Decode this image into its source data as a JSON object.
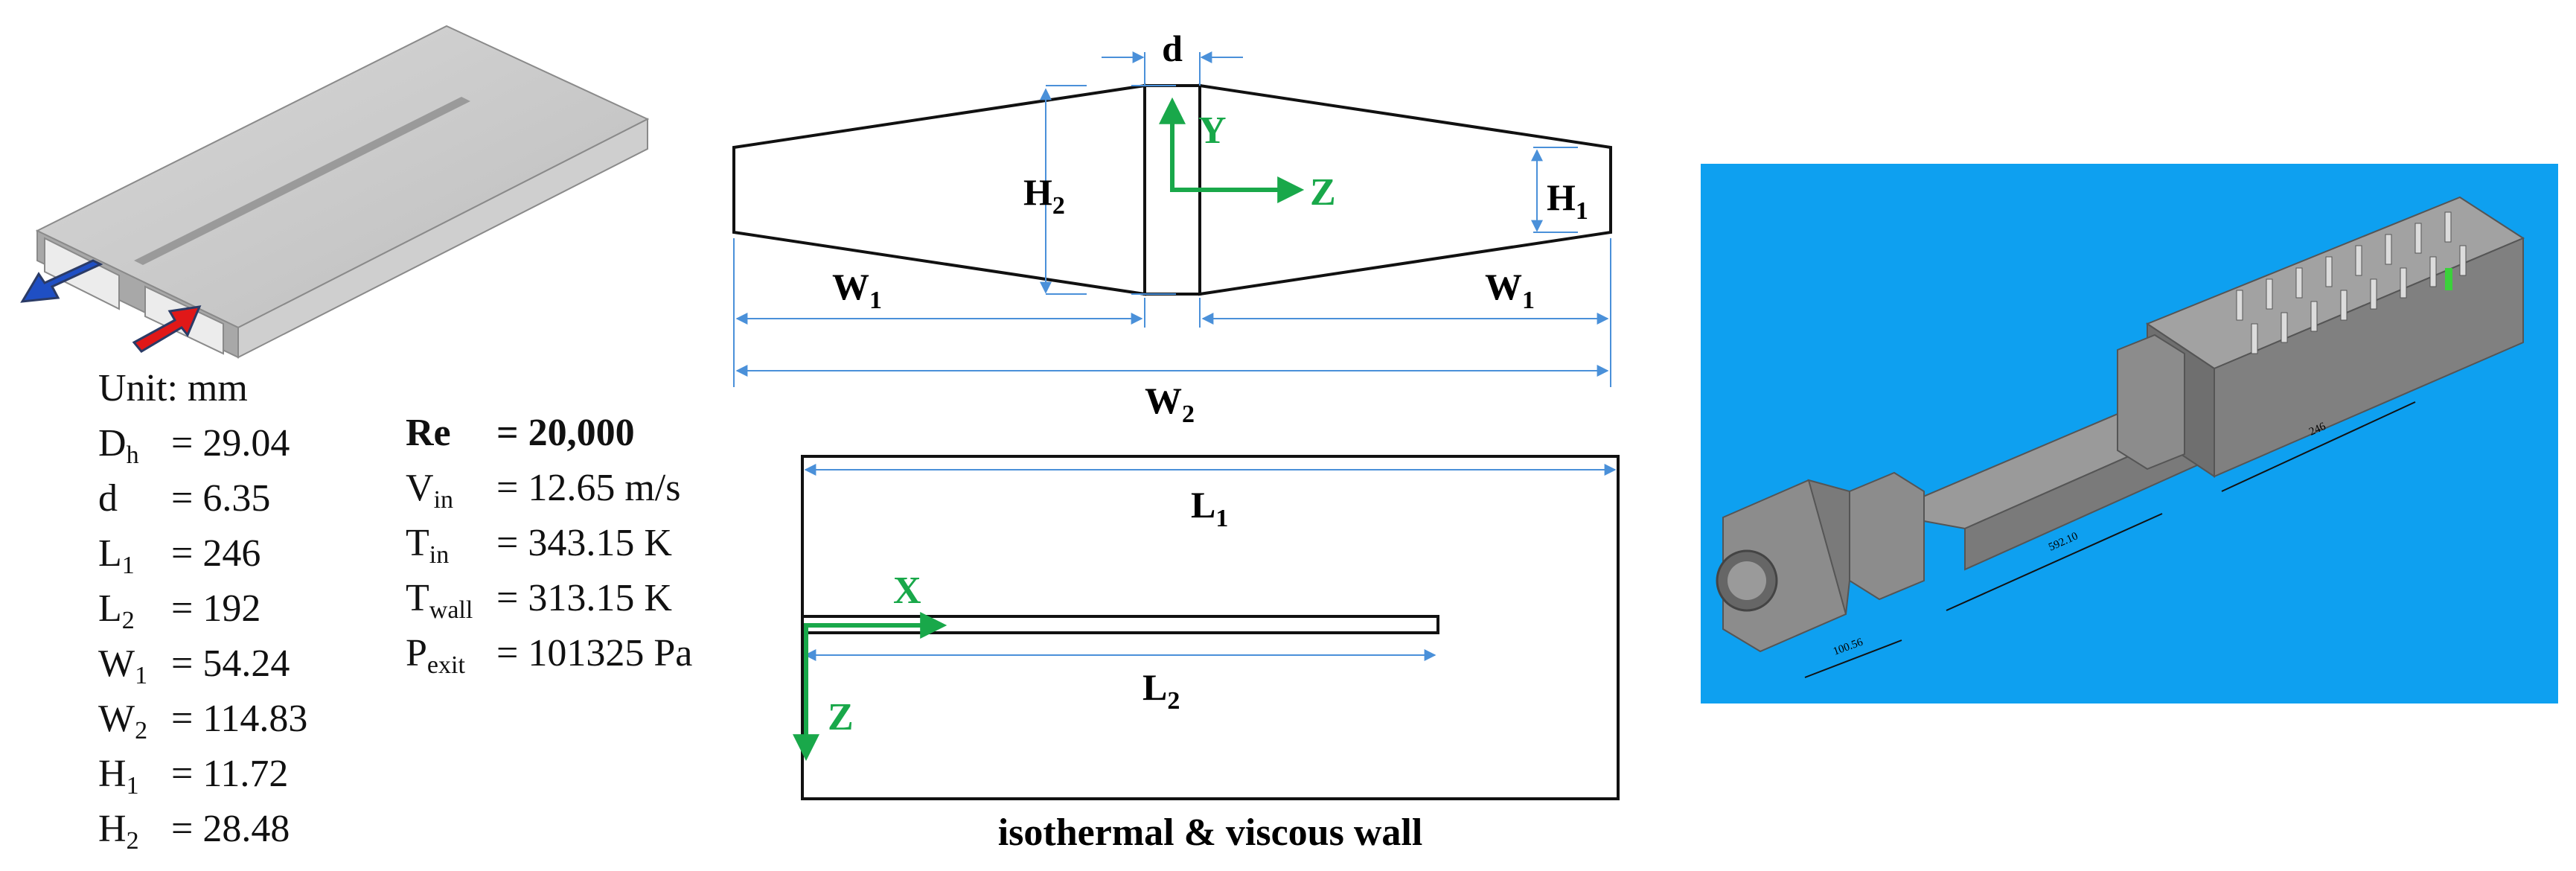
{
  "units": {
    "label": "Unit:",
    "value": "mm"
  },
  "geometry_params": [
    {
      "sym": "D",
      "sub": "h",
      "val": "29.04"
    },
    {
      "sym": "d",
      "sub": "",
      "val": "6.35"
    },
    {
      "sym": "L",
      "sub": "1",
      "val": "246"
    },
    {
      "sym": "L",
      "sub": "2",
      "val": "192"
    },
    {
      "sym": "W",
      "sub": "1",
      "val": "54.24"
    },
    {
      "sym": "W",
      "sub": "2",
      "val": "114.83"
    },
    {
      "sym": "H",
      "sub": "1",
      "val": "11.72"
    },
    {
      "sym": "H",
      "sub": "2",
      "val": "28.48"
    }
  ],
  "flow_params": [
    {
      "sym": "Re",
      "sub": "",
      "val": "20,000",
      "bold": true
    },
    {
      "sym": "V",
      "sub": "in",
      "val": "12.65 m/s"
    },
    {
      "sym": "T",
      "sub": "in",
      "val": "343.15 K"
    },
    {
      "sym": "T",
      "sub": "wall",
      "val": "313.15 K"
    },
    {
      "sym": "P",
      "sub": "exit",
      "val": "101325 Pa"
    }
  ],
  "cross_section": {
    "labels": {
      "d": "d",
      "H2": "H",
      "H2_sub": "2",
      "H1": "H",
      "H1_sub": "1",
      "W1_left": "W",
      "W1_left_sub": "1",
      "W1_right": "W",
      "W1_right_sub": "1",
      "W2": "W",
      "W2_sub": "2"
    },
    "axes": {
      "y": "Y",
      "z": "Z"
    }
  },
  "top_view": {
    "labels": {
      "L1": "L",
      "L1_sub": "1",
      "L2": "L",
      "L2_sub": "2"
    },
    "axes": {
      "x": "X",
      "z": "Z"
    },
    "caption": "isothermal & viscous wall"
  },
  "cad_dimensions": [
    "100.56",
    "592.10",
    "246"
  ],
  "colors": {
    "dim_line": "#4a90d9",
    "axis_green": "#19a84a",
    "cad_background": "#0ea0f0",
    "arrow_out": "#1f4fc4",
    "arrow_in": "#e01818"
  }
}
